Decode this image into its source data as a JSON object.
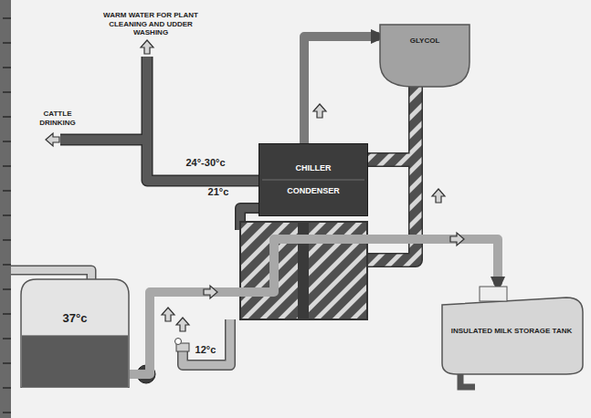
{
  "diagram": {
    "nodes": [
      {
        "text": [
          "CHILLER",
          "CONDENSER"
        ]
      },
      {
        "text": [
          "GLYCOL"
        ]
      },
      {
        "text": [
          "37°c"
        ]
      },
      {
        "text": [
          "INSULATED MILK STORAGE TANK"
        ]
      }
    ],
    "edges": [
      {
        "from": 0,
        "to": 1,
        "arrow": "to"
      },
      {
        "from": 2,
        "to": 3,
        "arrow": "to"
      }
    ],
    "labels": [
      "WARM WATER FOR PLANT CLEANING AND UDDER WASHING",
      "CATTLE DRINKING",
      "24°-30°c",
      "21°c",
      "12°c"
    ]
  }
}
